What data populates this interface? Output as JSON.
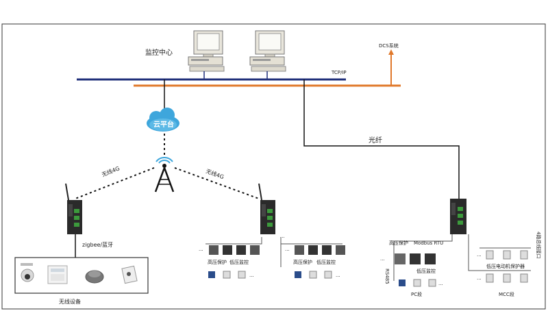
{
  "labels": {
    "monitor_center": "监控中心",
    "dcs": "DCS系统",
    "tcpip": "TCP/IP",
    "cloud": "云平台",
    "fiber": "光纤",
    "wireless_left": "无线4G",
    "wireless_right": "无线4G",
    "zigbee": "zigbee/蓝牙",
    "wireless_devices": "无线设备",
    "hv_protect_1": "高压保护",
    "lv_monitor_1": "低压监控",
    "hv_protect_2": "高压保护",
    "lv_monitor_2": "低压监控",
    "hv_protect_3": "高压保护",
    "modbus_rtu": "Modbus RTU",
    "lv_monitor_3": "低压监控",
    "rs485": "RS485",
    "pc_segment": "PC段",
    "lv_motor_protector": "低压电动机保护器",
    "mcc_segment": "MCC段",
    "bus_4": "4路总线接口",
    "ellipsis": "..."
  },
  "colors": {
    "navy_bus": "#1f2f7a",
    "orange_bus": "#e0782a",
    "cloud": "#3ea6dc",
    "device_body": "#2a2a2a",
    "fiber": "#111111"
  },
  "icons": {
    "workstation": "workstation-icon",
    "tower": "cell-tower-icon",
    "cloud": "cloud-icon",
    "gateway": "gateway-icon"
  }
}
